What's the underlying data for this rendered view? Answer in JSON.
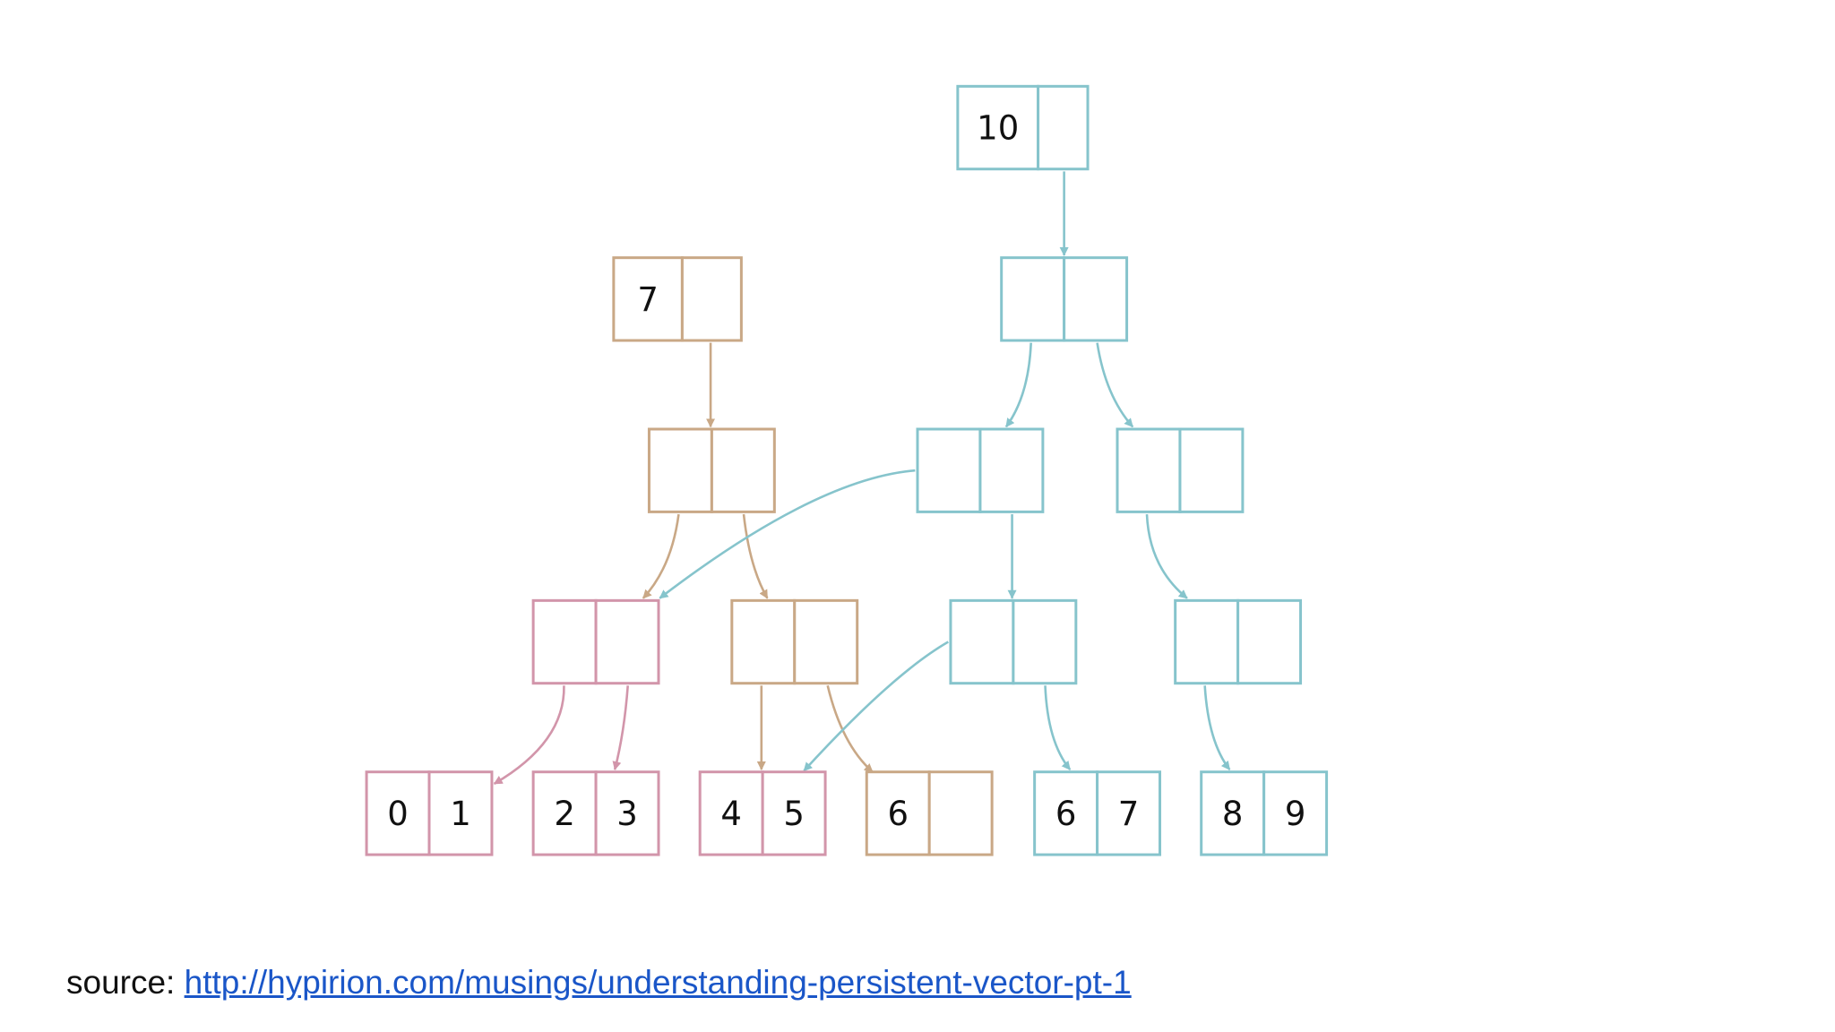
{
  "colors": {
    "teal": "#86c4cc",
    "tan": "#c9a886",
    "pink": "#d295aa"
  },
  "nodes": [
    {
      "id": "root10",
      "color": "teal",
      "cells": [
        "10",
        ""
      ]
    },
    {
      "id": "root7",
      "color": "tan",
      "cells": [
        "7",
        ""
      ]
    },
    {
      "id": "teal-l1",
      "color": "teal",
      "cells": [
        "",
        ""
      ]
    },
    {
      "id": "tan-l2",
      "color": "tan",
      "cells": [
        "",
        ""
      ]
    },
    {
      "id": "teal-l2-left",
      "color": "teal",
      "cells": [
        "",
        ""
      ]
    },
    {
      "id": "teal-l2-right",
      "color": "teal",
      "cells": [
        "",
        ""
      ]
    },
    {
      "id": "pink-l3",
      "color": "pink",
      "cells": [
        "",
        ""
      ]
    },
    {
      "id": "tan-l3",
      "color": "tan",
      "cells": [
        "",
        ""
      ]
    },
    {
      "id": "teal-l3-mid",
      "color": "teal",
      "cells": [
        "",
        ""
      ]
    },
    {
      "id": "teal-l3-right",
      "color": "teal",
      "cells": [
        "",
        ""
      ]
    },
    {
      "id": "leaf-01",
      "color": "pink",
      "cells": [
        "0",
        "1"
      ]
    },
    {
      "id": "leaf-23",
      "color": "pink",
      "cells": [
        "2",
        "3"
      ]
    },
    {
      "id": "leaf-45",
      "color": "pink",
      "cells": [
        "4",
        "5"
      ]
    },
    {
      "id": "leaf-6",
      "color": "tan",
      "cells": [
        "6",
        ""
      ]
    },
    {
      "id": "leaf-67",
      "color": "teal",
      "cells": [
        "6",
        "7"
      ]
    },
    {
      "id": "leaf-89",
      "color": "teal",
      "cells": [
        "8",
        "9"
      ]
    }
  ],
  "edges": [
    {
      "from": "root10",
      "to": "teal-l1",
      "color": "teal"
    },
    {
      "from": "root7",
      "to": "tan-l2",
      "color": "tan"
    },
    {
      "from": "teal-l1",
      "to": "teal-l2-left",
      "color": "teal"
    },
    {
      "from": "teal-l1",
      "to": "teal-l2-right",
      "color": "teal"
    },
    {
      "from": "tan-l2",
      "to": "pink-l3",
      "color": "tan"
    },
    {
      "from": "tan-l2",
      "to": "tan-l3",
      "color": "tan"
    },
    {
      "from": "teal-l2-left",
      "to": "pink-l3",
      "color": "teal"
    },
    {
      "from": "teal-l2-left",
      "to": "teal-l3-mid",
      "color": "teal"
    },
    {
      "from": "teal-l2-right",
      "to": "teal-l3-right",
      "color": "teal"
    },
    {
      "from": "pink-l3",
      "to": "leaf-01",
      "color": "pink"
    },
    {
      "from": "pink-l3",
      "to": "leaf-23",
      "color": "pink"
    },
    {
      "from": "tan-l3",
      "to": "leaf-45",
      "color": "tan"
    },
    {
      "from": "tan-l3",
      "to": "leaf-6",
      "color": "tan"
    },
    {
      "from": "teal-l3-mid",
      "to": "leaf-45",
      "color": "teal"
    },
    {
      "from": "teal-l3-mid",
      "to": "leaf-67",
      "color": "teal"
    },
    {
      "from": "teal-l3-right",
      "to": "leaf-89",
      "color": "teal"
    }
  ],
  "caption": {
    "prefix": "source: ",
    "link_text": "http://hypirion.com/musings/understanding-persistent-vector-pt-1"
  }
}
